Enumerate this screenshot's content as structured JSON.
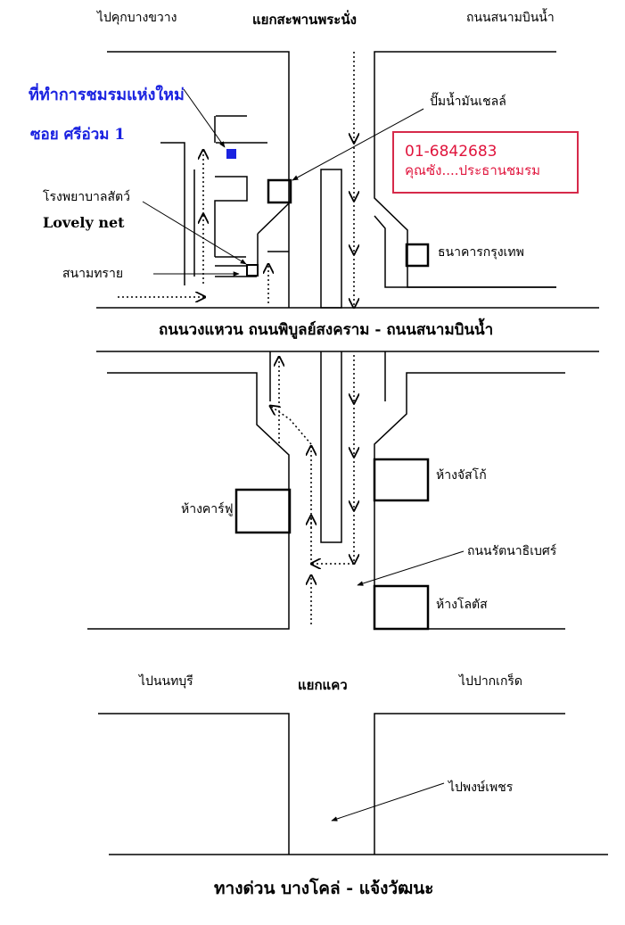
{
  "colors": {
    "line": "#000000",
    "marker": "#1a22e0",
    "contact_border": "#d62a4a",
    "contact_text": "#e0143c"
  },
  "top_labels": {
    "left": "ไปคุกบางขวาง",
    "center": "แยกสะพานพระนั่ง",
    "right": "ถนนสนามบินน้ำ"
  },
  "club": {
    "office": "ที่ทำการชมรมแห่งใหม่",
    "soi": "ซอย ศรีอ่วม 1",
    "marker_icon": "blue-square"
  },
  "contact": {
    "phone": "01-6842683",
    "name": "คุณซัง....ประธานชมรม"
  },
  "landmarks": {
    "gas_station": "ปั๊มน้ำมันเชลล์",
    "animal_hospital": "โรงพยาบาลสัตว์",
    "lovely_net": "Lovely net",
    "sand_field": "สนามทราย",
    "bangkok_bank": "ธนาคารกรุงเทพ",
    "jusco": "ห้างจัสโก้",
    "carrefour": "ห้างคาร์ฟู",
    "rattanathibet": "ถนนรัตนาธิเบศร์",
    "lotus": "ห้างโลตัส"
  },
  "main_road": "ถนนวงแหวน ถนนพิบูลย์สงคราม - ถนนสนามบินน้ำ",
  "lower_labels": {
    "left": "ไปนนทบุรี",
    "center": "แยกแคว",
    "right": "ไปปากเกร็ด",
    "phong_phet": "ไปพงษ์เพชร"
  },
  "expressway": "ทางด่วน  บางโคล่ - แจ้งวัฒนะ"
}
